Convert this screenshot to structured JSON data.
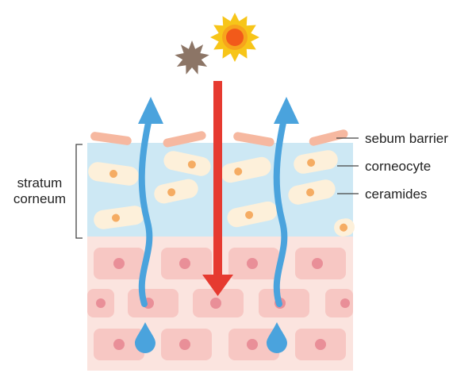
{
  "bracket_label": [
    "stratum",
    "corneum"
  ],
  "labels": {
    "sebum": "sebum barrier",
    "corneocyte": "corneocyte",
    "ceramides": "ceramides"
  },
  "colors": {
    "stratum_bg": "#cde8f4",
    "lower_bg": "#fbe4df",
    "cell_fill": "#f7c7c3",
    "cell_nucleus": "#e98f98",
    "corneocyte_fill": "#fdf0da",
    "corneocyte_nucleus": "#f5ac63",
    "sebum": "#f6b8a0",
    "water_arrow": "#4aa3dd",
    "uv_arrow": "#e63a30",
    "sun_outer": "#f7c519",
    "sun_inner": "#f25a1a",
    "pollutant": "#8c7566",
    "leader_line": "#444444"
  },
  "icons": [
    "sun-icon",
    "pollutant-icon",
    "water-drop-icon",
    "water-loss-arrow-icon",
    "uv-ray-arrow-icon"
  ]
}
